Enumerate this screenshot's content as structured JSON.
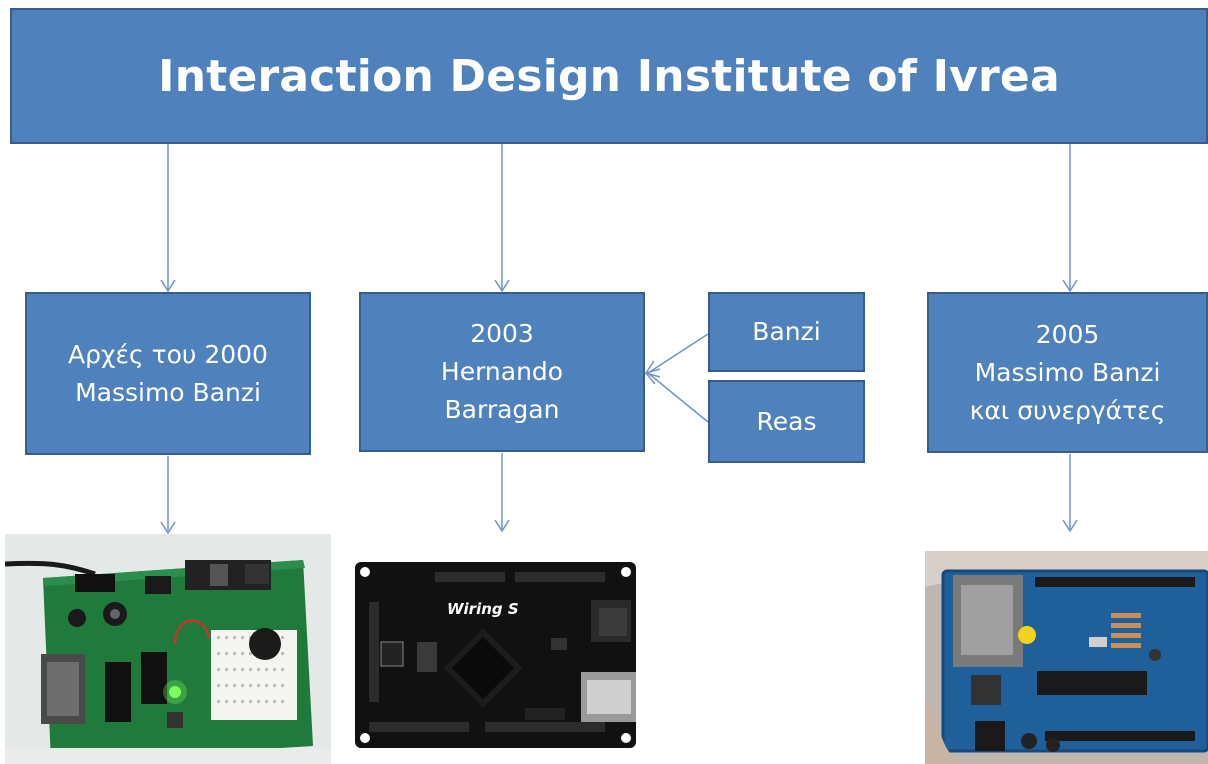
{
  "title": "Interaction Design Institute of Ivrea",
  "nodes": {
    "left": {
      "line1": "Αρχές του 2000",
      "line2": "Massimo Banzi"
    },
    "mid": {
      "line1": "2003",
      "line2": "Hernando",
      "line3": "Barragan"
    },
    "right": {
      "line1": "2005",
      "line2": "Massimo Banzi",
      "line3": "και συνεργάτες"
    },
    "banzi": "Banzi",
    "reas": "Reas"
  },
  "board_labels": {
    "wiring": "Wiring S"
  },
  "colors": {
    "box_fill": "#4f81bd",
    "box_border": "#385d8a",
    "connector": "#6f94c8",
    "text": "#ffffff"
  }
}
